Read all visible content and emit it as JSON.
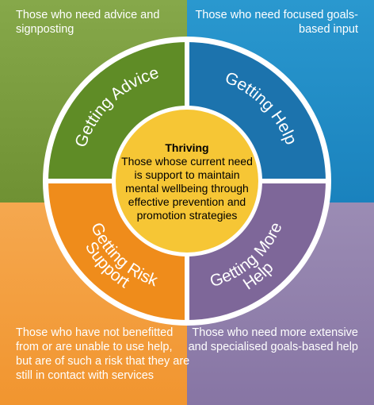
{
  "colors": {
    "advice": "#7a9a3c",
    "help": "#1f8cc4",
    "risk": "#f29a3a",
    "more_help": "#8c7ba6",
    "thriving": "#f7c536",
    "ring_advice": "#5e8a25",
    "ring_help": "#1a6fa8",
    "ring_risk": "#ee8a19",
    "ring_more_help": "#7c6497"
  },
  "quadrants": {
    "top_left": "Those who need advice and signposting",
    "top_right": "Those who need focused goals-based input",
    "bottom_left": "Those who have not benefitted from or are unable to use help, but are of such a risk that they are still in contact with services",
    "bottom_right": "Those who need more extensive and specialised goals-based help"
  },
  "ring": {
    "advice": "Getting Advice",
    "help": "Getting Help",
    "risk_line1": "Getting Risk",
    "risk_line2": "Support",
    "more_help_line1": "Getting More",
    "more_help_line2": "Help"
  },
  "center": {
    "title": "Thriving",
    "body": "Those whose current need is support to maintain mental wellbeing through effective prevention and promotion strategies"
  }
}
